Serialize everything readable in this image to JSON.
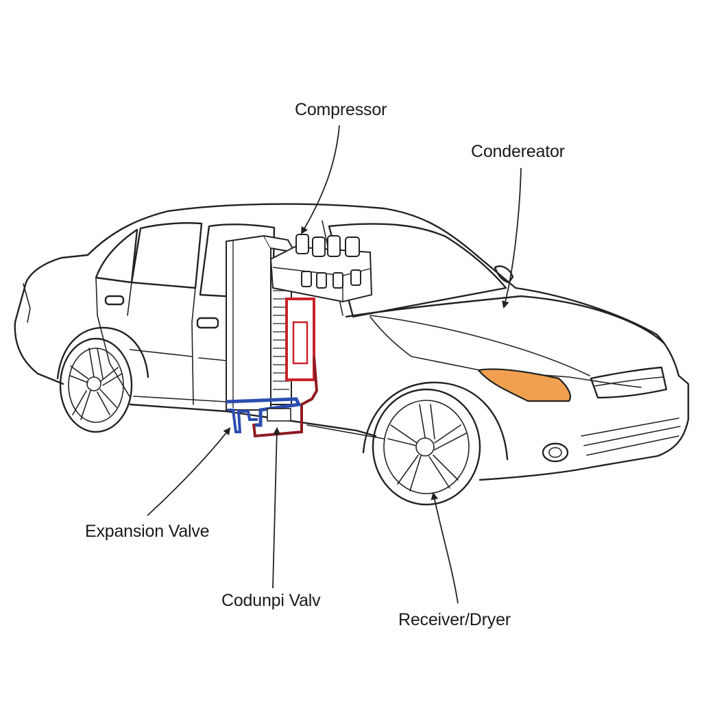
{
  "labels": {
    "compressor": "Compressor",
    "condenser": "Condereator",
    "expansion_valve": "Expansion Valve",
    "codunpi_valve": "Codunpi Valv",
    "receiver_dryer": "Receiver/Dryer"
  },
  "colors": {
    "line": "#222222",
    "red_line": "#c8232c",
    "blue_line": "#2b4db0",
    "dark_red_line": "#8e1b22",
    "headlight": "#f0a050",
    "background": "#ffffff"
  }
}
